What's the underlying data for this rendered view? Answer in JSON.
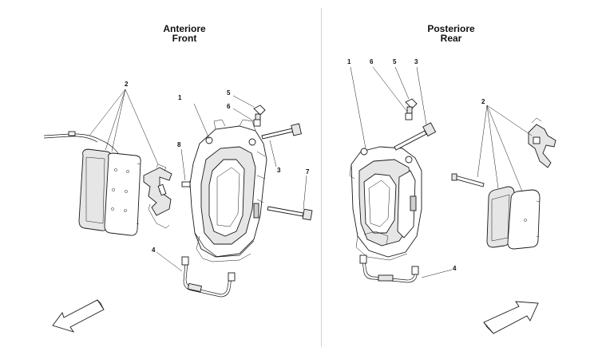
{
  "sections": {
    "front": {
      "title_it": "Anteriore",
      "title_en": "Front"
    },
    "rear": {
      "title_it": "Posteriore",
      "title_en": "Rear"
    }
  },
  "callouts": {
    "front": [
      "1",
      "2",
      "3",
      "4",
      "5",
      "6",
      "7",
      "8"
    ],
    "rear": [
      "1",
      "2",
      "3",
      "4",
      "5",
      "6"
    ]
  }
}
